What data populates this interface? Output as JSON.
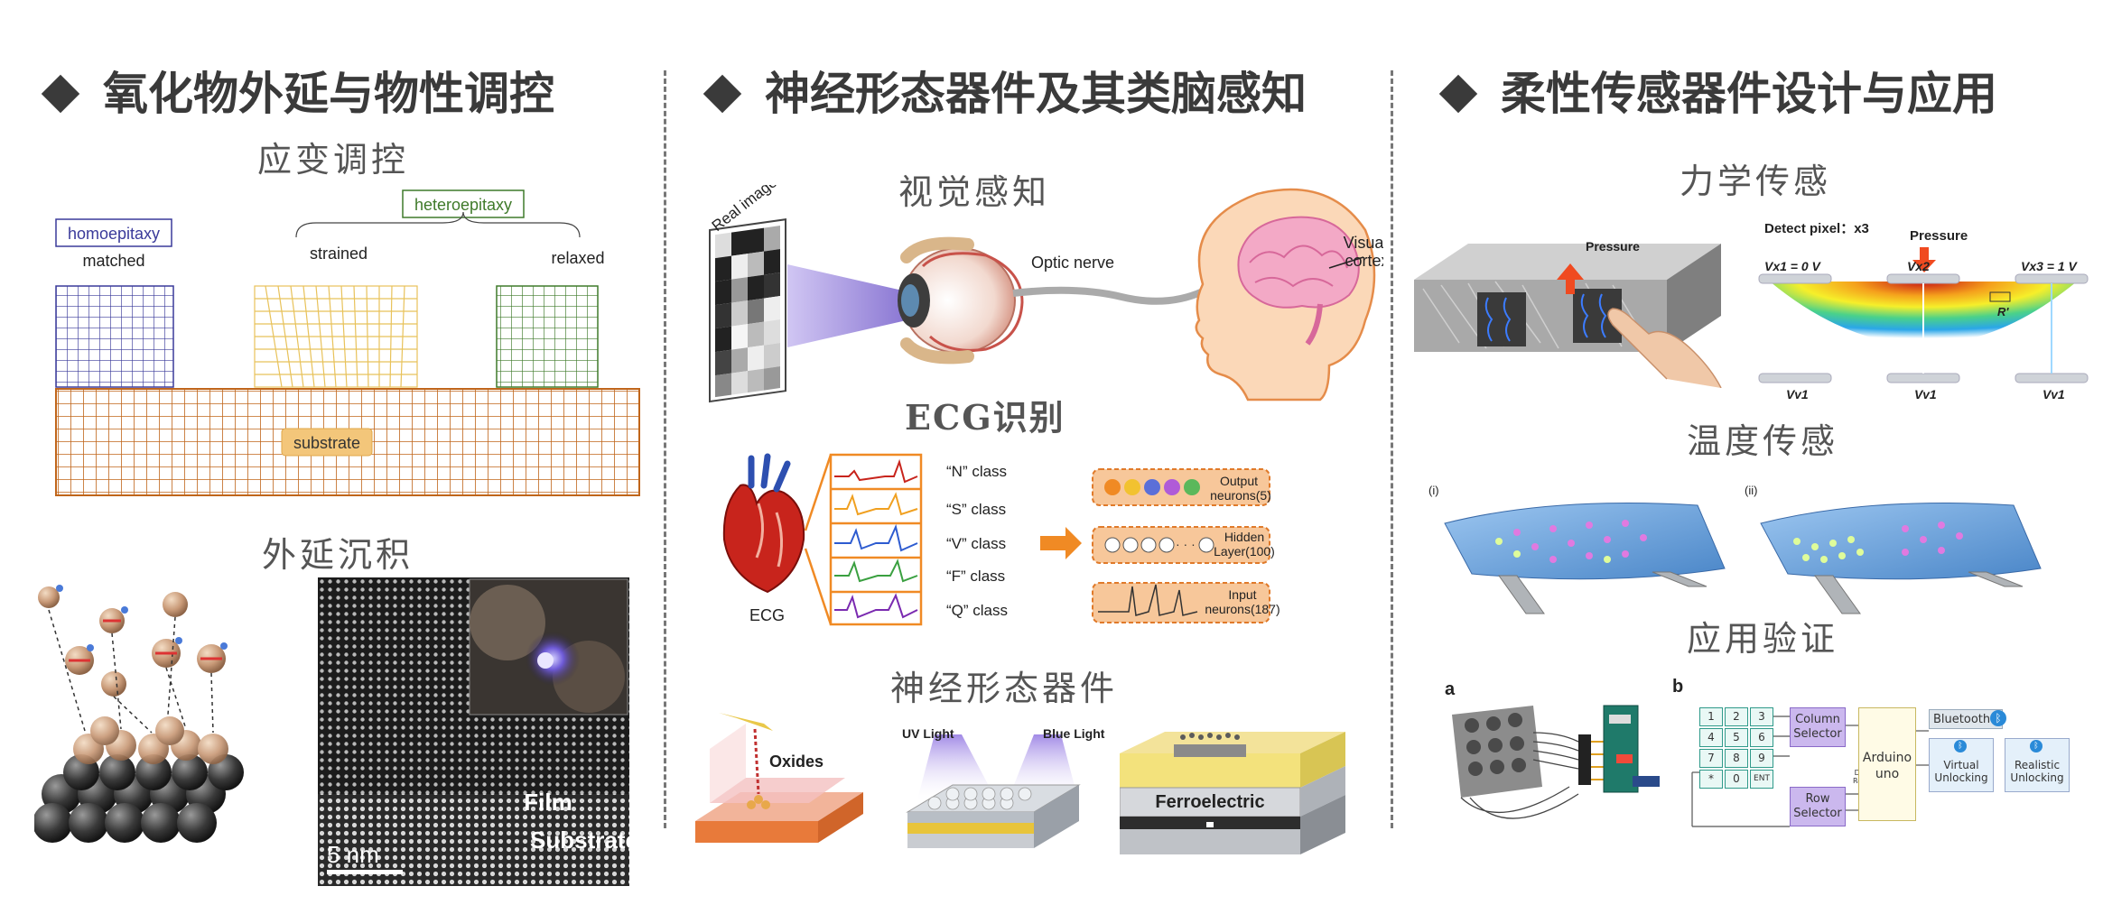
{
  "headings": {
    "left": "氧化物外延与物性调控",
    "middle": "神经形态器件及其类脑感知",
    "right": "柔性传感器件设计与应用"
  },
  "left": {
    "strain_title": "应变调控",
    "homoepitaxy": "homoepitaxy",
    "matched": "matched",
    "heteroepitaxy": "heteroepitaxy",
    "strained": "strained",
    "relaxed": "relaxed",
    "substrate": "substrate",
    "deposition_title": "外延沉积",
    "film": "Film",
    "substrate_stem": "Substrate",
    "scale": "5 nm"
  },
  "middle": {
    "vision_title": "视觉感知",
    "real_image": "Real image",
    "optic_nerve": "Optic nerve",
    "visual_cortex_1": "Visual",
    "visual_cortex_2": "cortex",
    "ecg_title": "ECG识别",
    "ecg": "ECG",
    "classes": [
      "“N” class",
      "“S” class",
      "“V” class",
      "“F” class",
      "“Q” class"
    ],
    "output_1": "Output",
    "output_2": "neurons(5)",
    "hidden_1": "Hidden",
    "hidden_2": "Layer(100)",
    "input_1": "Input",
    "input_2": "neurons(187)",
    "device_title": "神经形态器件",
    "oxides": "Oxides",
    "uv_light": "UV Light",
    "blue_light": "Blue Light",
    "ferroelectric": "Ferroelectric"
  },
  "right": {
    "mech_title": "力学传感",
    "pressure_left": "Pressure",
    "detect_pixel": "Detect pixel：x3",
    "pressure_right": "Pressure",
    "vx1": "Vx1 = 0 V",
    "vx2": "Vx2",
    "vx3": "Vx3 = 1 V",
    "r_prime": "R'",
    "vy1": "Vy1",
    "temp_title": "温度传感",
    "panel_i": "(i)",
    "panel_ii": "(ii)",
    "app_title": "应用验证",
    "label_a": "a",
    "label_b": "b",
    "keypad": [
      "1",
      "2",
      "3",
      "4",
      "5",
      "6",
      "7",
      "8",
      "9",
      "*",
      "0",
      "ENT"
    ],
    "column_selector": "Column Selector",
    "row_selector": "Row Selector",
    "divider_resistor": "Divider Resistor",
    "arduino": "Arduino uno",
    "bluetooth": "Bluetooth",
    "virtual_unlocking": "Virtual Unlocking",
    "realistic_unlocking": "Realistic Unlocking"
  },
  "colors": {
    "homo": "#3a3a9a",
    "hetero_strained": "#e8c25a",
    "hetero_relaxed": "#3f7a2a",
    "substrate": "#c0651a",
    "accent_orange": "#f08a24"
  }
}
